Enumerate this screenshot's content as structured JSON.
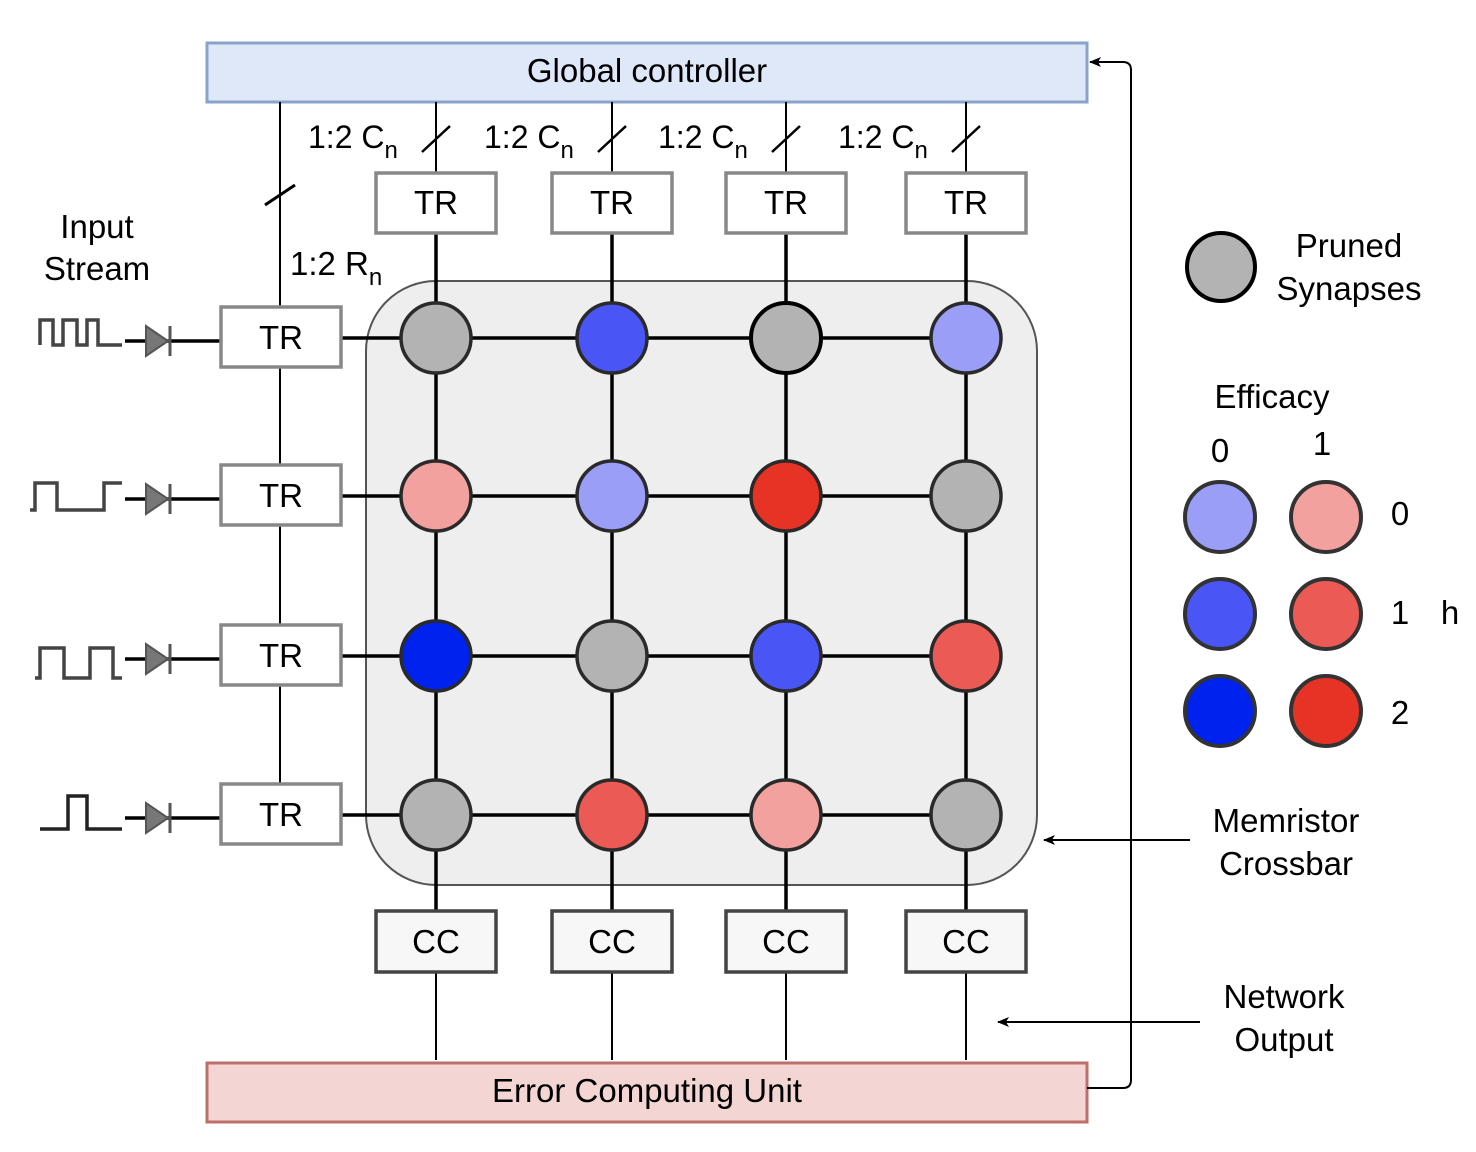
{
  "global_controller": {
    "label": "Global controller"
  },
  "error_unit": {
    "label": "Error Computing Unit"
  },
  "column_bus": {
    "ratio": "1:2 C",
    "subscript": "n"
  },
  "row_bus": {
    "ratio": "1:2 R",
    "subscript": "n"
  },
  "input_label": {
    "line1": "Input",
    "line2": "Stream"
  },
  "tr_label": "TR",
  "cc_label": "CC",
  "colors": {
    "pruned": "#b3b3b3",
    "blue_0": "#9a9ef7",
    "blue_1": "#4a55f5",
    "blue_2": "#0022ee",
    "red_0": "#f2a19f",
    "red_1": "#ec5a55",
    "red_2": "#e63326",
    "gc_fill": "#dfe8f8",
    "gc_stroke": "#8aa3c8",
    "ecu_fill": "#f3d6d4",
    "ecu_stroke": "#bd6f6a"
  },
  "crossbar": {
    "cells": [
      [
        "pruned",
        "blue_1",
        "pruned",
        "blue_0"
      ],
      [
        "red_0",
        "blue_0",
        "red_2",
        "pruned"
      ],
      [
        "blue_2",
        "pruned",
        "blue_1",
        "red_1"
      ],
      [
        "pruned",
        "red_1",
        "red_0",
        "pruned"
      ]
    ]
  },
  "legend": {
    "pruned_line1": "Pruned",
    "pruned_line2": "Synapses",
    "efficacy": "Efficacy",
    "col_0": "0",
    "col_1": "1",
    "row_0": "0",
    "row_1": "1",
    "row_2": "2",
    "h": "h"
  },
  "memristor_label": {
    "line1": "Memristor",
    "line2": "Crossbar"
  },
  "network_output_label": {
    "line1": "Network",
    "line2": "Output"
  }
}
